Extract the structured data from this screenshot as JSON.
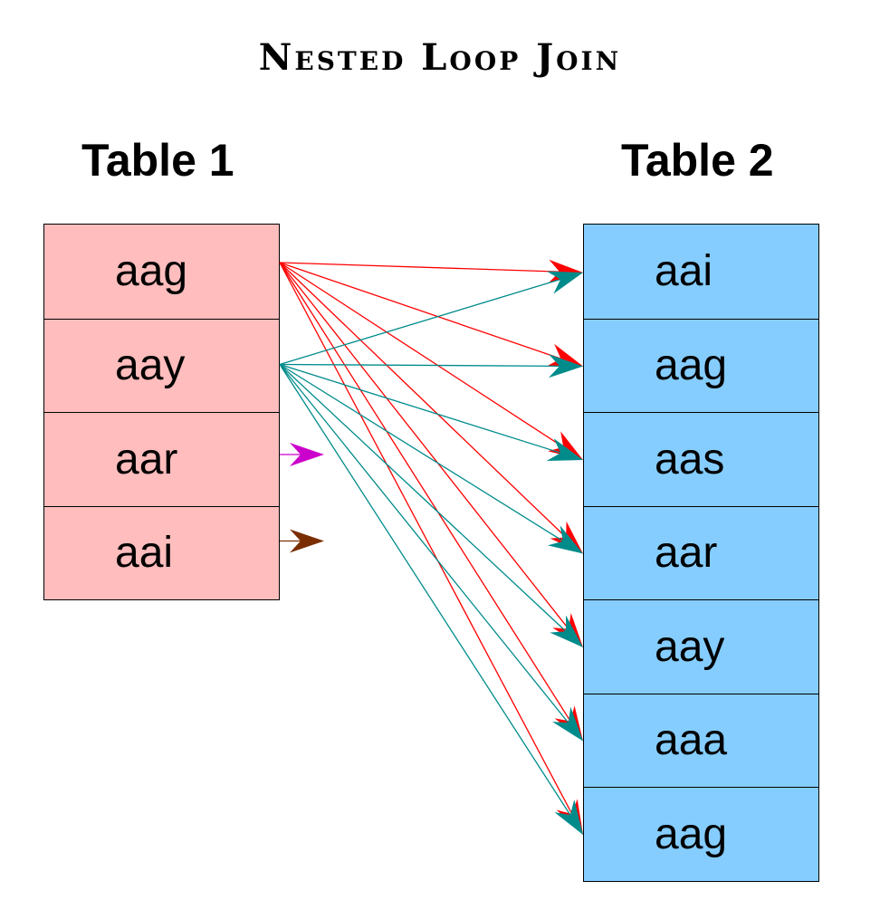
{
  "title": "Nested Loop Join",
  "table1": {
    "heading": "Table 1",
    "rows": [
      "aag",
      "aay",
      "aar",
      "aai"
    ]
  },
  "table2": {
    "heading": "Table 2",
    "rows": [
      "aai",
      "aag",
      "aas",
      "aar",
      "aay",
      "aaa",
      "aag"
    ]
  },
  "arrow_colors": {
    "aag": "#ff0000",
    "aay": "#008b8b",
    "aar": "#cc00cc",
    "aai": "#7a2e00"
  },
  "fill_colors": {
    "table1": "#ffbdbd",
    "table2": "#85cdfe"
  }
}
